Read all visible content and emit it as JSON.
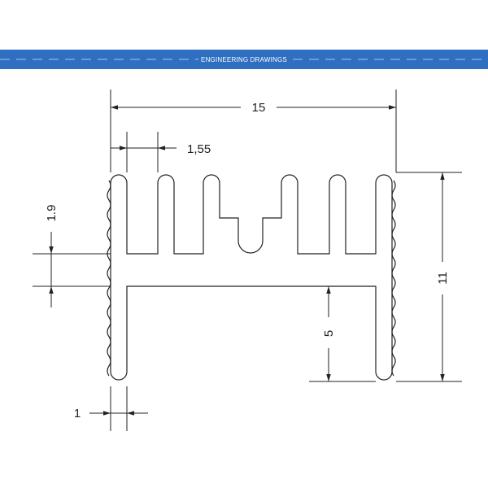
{
  "banner": {
    "title": "ENGINEERING DRAWINGS",
    "color": "#2f6fc1"
  },
  "drawing": {
    "line_color": "#222222",
    "dimensions": {
      "overall_width": "15",
      "fin_width": "1,55",
      "fin_spacing": "1.9",
      "wall_thickness": "1",
      "leg_height": "5",
      "overall_height": "11"
    }
  }
}
